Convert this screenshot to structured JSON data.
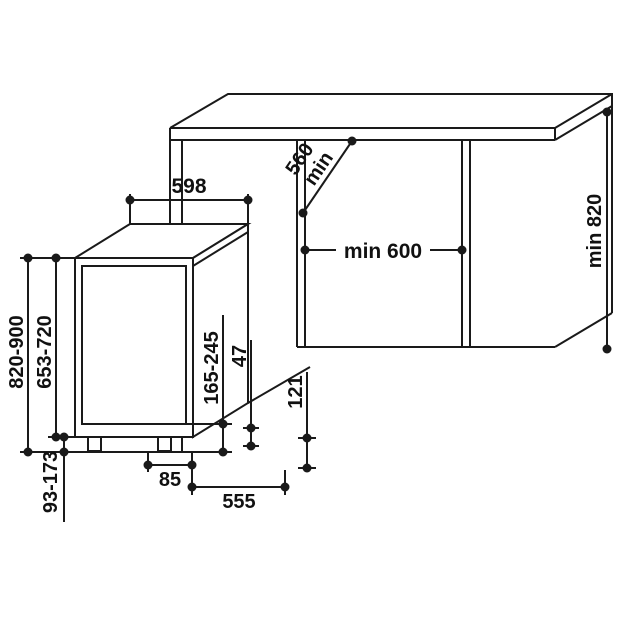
{
  "colors": {
    "line": "#1a1a1a",
    "background": "#ffffff",
    "text": "#111111"
  },
  "dims": {
    "width": "598",
    "depth_560": "560",
    "depth_min": "min",
    "niche_width": "min 600",
    "niche_height": "min 820",
    "height_total": "820-900",
    "height_653_720": "653-720",
    "feet_93_173": "93-173",
    "dim_165_245": "165-245",
    "dim_47": "47",
    "dim_121": "121",
    "dim_85": "85",
    "dim_555": "555"
  }
}
